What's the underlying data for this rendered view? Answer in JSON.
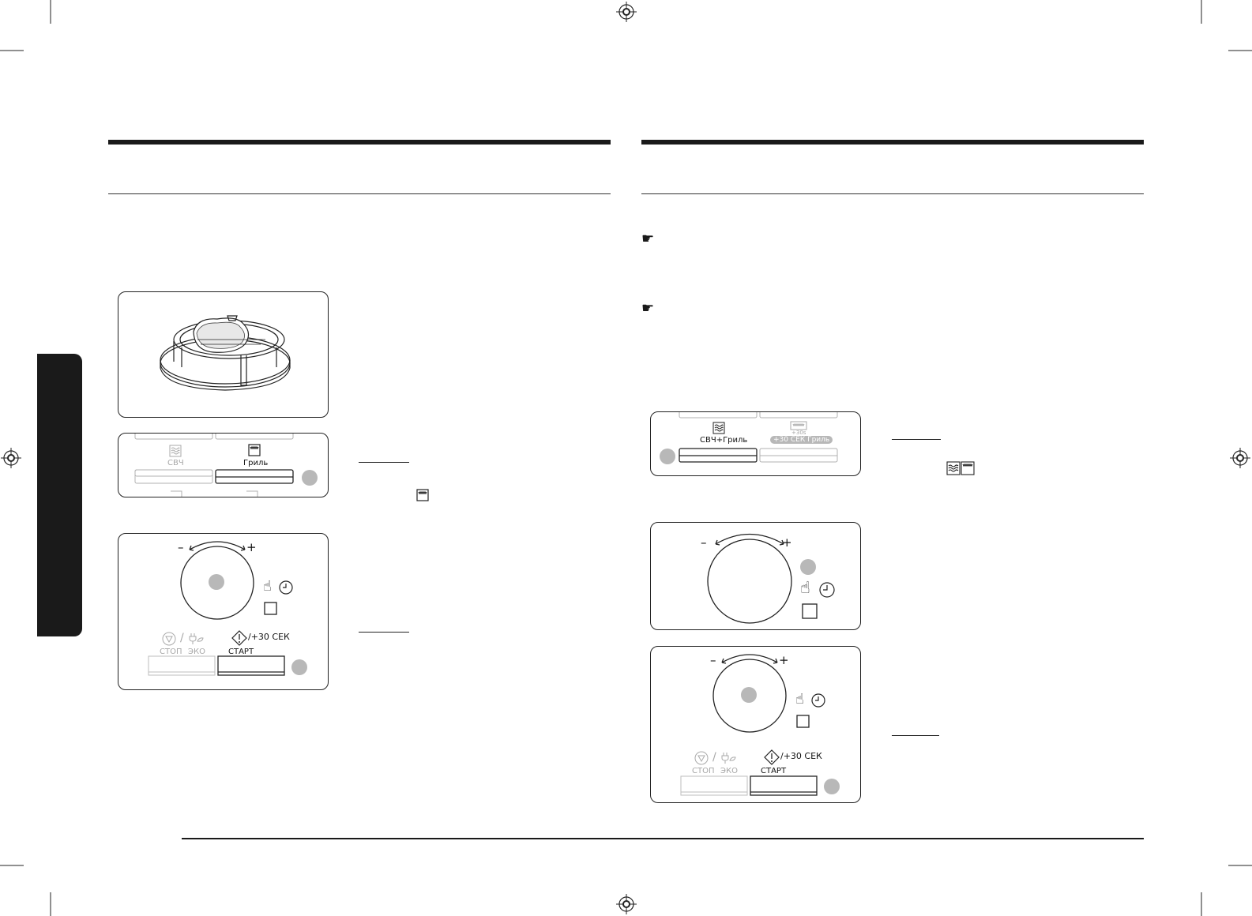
{
  "panels": {
    "left_mode": {
      "mw_label": "СВЧ",
      "grill_label": "Гриль"
    },
    "left_start": {
      "minus": "–",
      "plus": "+",
      "stop_label": "СТОП",
      "eco_label": "ЭКО",
      "start_label": "СТАРТ",
      "plus30": "+30 СЕК",
      "slash": "/"
    },
    "right_mode": {
      "combo_label": "СВЧ+Гриль",
      "plus30grill_label": "+30 СЕК Гриль",
      "plus30_icon_text": "+30s"
    },
    "right_dial": {
      "minus": "–",
      "plus": "+"
    },
    "right_start": {
      "minus": "–",
      "plus": "+",
      "stop_label": "СТОП",
      "eco_label": "ЭКО",
      "start_label": "СТАРТ",
      "plus30": "+30 СЕК",
      "slash": "/"
    }
  },
  "icons": {
    "note": "pointing-hand-icon",
    "grill": "grill-icon",
    "microwave": "microwave-icon",
    "dial_hand": "touch-hand-icon",
    "clock": "clock-icon",
    "start": "start-diamond-icon",
    "stop": "stop-triangle-icon",
    "eco": "eco-plug-icon",
    "registration": "registration-mark-icon"
  }
}
